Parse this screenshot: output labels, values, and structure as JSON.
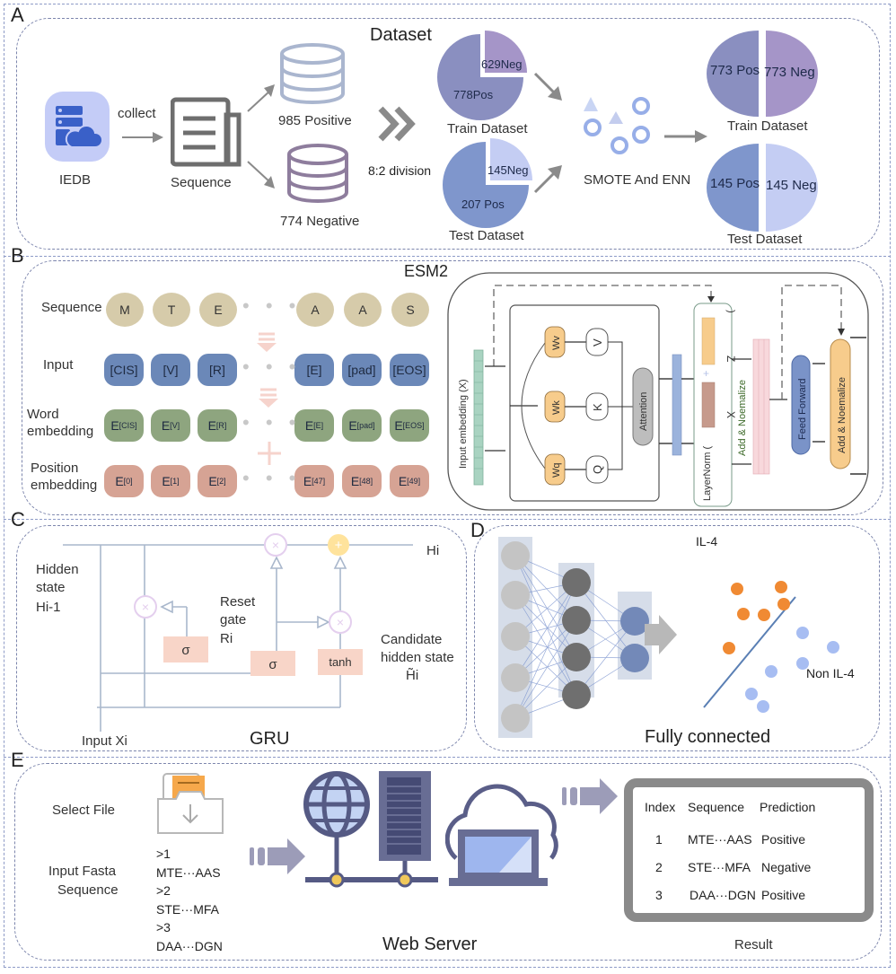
{
  "panels": {
    "a": {
      "letter": "A",
      "source_label": "IEDB",
      "collect_label": "collect",
      "sequence_label": "Sequence",
      "positive_label": "985 Positive",
      "negative_label": "774 Negative",
      "dataset_title": "Dataset",
      "division_label": "8:2 division",
      "train_pie": {
        "pos_label": "778Pos",
        "neg_label": "629Neg",
        "title": "Train Dataset"
      },
      "test_pie": {
        "pos_label": "207 Pos",
        "neg_label": "145Neg",
        "title": "Test Dataset"
      },
      "resample_label": "SMOTE And ENN",
      "train_balanced": {
        "pos_label": "773 Pos",
        "neg_label": "773 Neg",
        "title": "Train Dataset"
      },
      "test_balanced": {
        "pos_label": "145 Pos",
        "neg_label": "145 Neg",
        "title": "Test Dataset"
      }
    },
    "b": {
      "letter": "B",
      "title": "ESM2",
      "row_labels": {
        "sequence": "Sequence",
        "input": "Input",
        "word_1": "Word",
        "word_2": "embedding",
        "pos_1": "Position",
        "pos_2": "embedding"
      },
      "sequence_tokens": [
        "M",
        "T",
        "E",
        "A",
        "A",
        "S"
      ],
      "input_tokens": [
        "[CIS]",
        "[V]",
        "[R]",
        "[E]",
        "[pad]",
        "[EOS]"
      ],
      "word_embed_tokens": [
        {
          "base": "E",
          "sub": "[CIS]"
        },
        {
          "base": "E",
          "sub": "[V]"
        },
        {
          "base": "E",
          "sub": "[R]"
        },
        {
          "base": "E",
          "sub": "[E]"
        },
        {
          "base": "E",
          "sub": "[pad]"
        },
        {
          "base": "E",
          "sub": "[EOS]"
        }
      ],
      "pos_embed_tokens": [
        {
          "base": "E",
          "sub": "[0]"
        },
        {
          "base": "E",
          "sub": "[1]"
        },
        {
          "base": "E",
          "sub": "[2]"
        },
        {
          "base": "E",
          "sub": "[47]"
        },
        {
          "base": "E",
          "sub": "[48]"
        },
        {
          "base": "E",
          "sub": "[49]"
        }
      ],
      "ellipsis": "• • •",
      "transformer": {
        "input_embedding": "Input embedding (X)",
        "weights": [
          "Wv",
          "Wk",
          "Wq"
        ],
        "qkv": [
          "V",
          "K",
          "Q"
        ],
        "attention": "Attention",
        "layernorm": "LayerNorm (",
        "z": "Z",
        "x": "X",
        "paren": ")",
        "plus": "+",
        "add_norm_1": "Add & Noemalize",
        "feed_forward": "Feed Forward",
        "add_norm_2": "Add & Noemalize"
      }
    },
    "c": {
      "letter": "C",
      "hidden_1": "Hidden",
      "hidden_2": "state",
      "hidden_3": "Hi-1",
      "reset_1": "Reset",
      "reset_2": "gate",
      "reset_3": "Ri",
      "sigma": "σ",
      "tanh": "tanh",
      "cand_1": "Candidate",
      "cand_2": "hidden state",
      "cand_3": "H̃i",
      "output": "Hi",
      "input": "Input Xi",
      "title": "GRU",
      "times": "×",
      "plus": "+"
    },
    "d": {
      "letter": "D",
      "class_pos": "IL-4",
      "class_neg": "Non IL-4",
      "title": "Fully connected"
    },
    "e": {
      "letter": "E",
      "select_file": "Select File",
      "input_fasta_1": "Input Fasta",
      "input_fasta_2": "Sequence",
      "fasta_lines": [
        ">1",
        "MTE···AAS",
        ">2",
        "STE···MFA",
        ">3",
        "DAA···DGN"
      ],
      "server_label": "Web Server",
      "result_label": "Result",
      "table": {
        "headers": [
          "Index",
          "Sequence",
          "Prediction"
        ],
        "rows": [
          [
            "1",
            "MTE···AAS",
            "Positive"
          ],
          [
            "2",
            "STE···MFA",
            "Negative"
          ],
          [
            "3",
            "DAA···DGN",
            "Positive"
          ]
        ]
      }
    }
  },
  "colors": {
    "positive_purple": "#8a8fc0",
    "negative_purple": "#a595c8",
    "test_pos_blue": "#7f96cc",
    "test_neg_light": "#c4cdf3",
    "il4_orange": "#f08a33",
    "non_il4_blue": "#a7bdf2",
    "gate_pink": "#f8d5c8",
    "panel_border": "#7d86ad"
  }
}
